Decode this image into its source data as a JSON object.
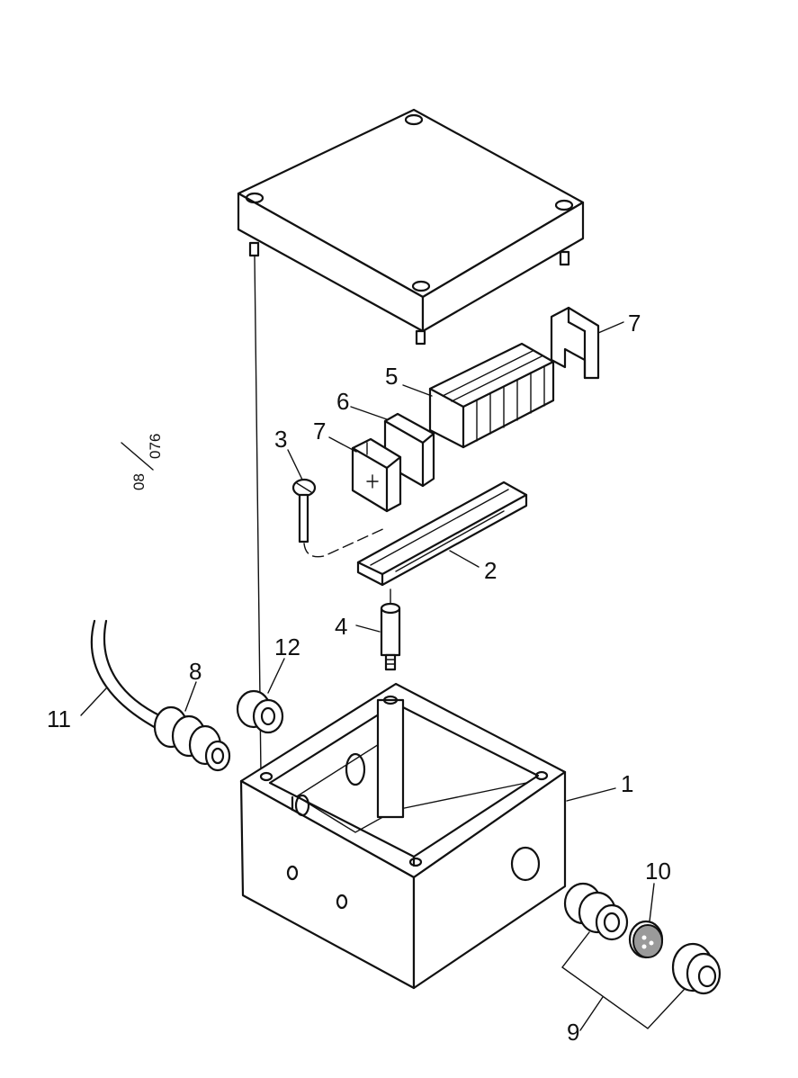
{
  "drawing": {
    "reference_top": "08",
    "reference_bottom": "076"
  },
  "labels": {
    "box": "1",
    "rail": "2",
    "screw": "3",
    "standoff": "4",
    "terminal_blocks": "5",
    "end_plate": "6",
    "earth_terminal": "7",
    "end_bracket": "7",
    "cable_gland_left": "8",
    "gland_assembly": "9",
    "seal_insert": "10",
    "cable": "11",
    "blanking_plug": "12"
  }
}
